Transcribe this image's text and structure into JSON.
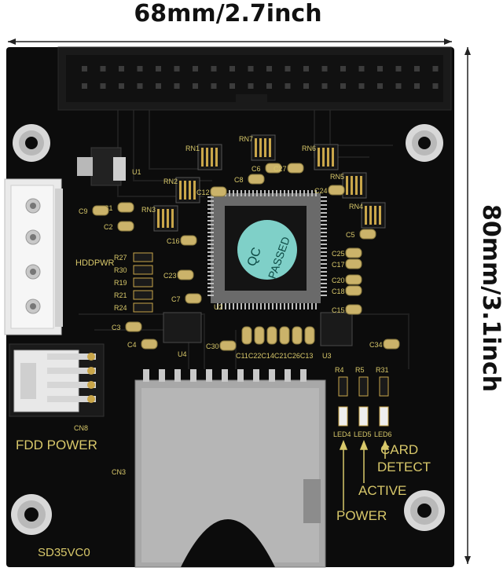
{
  "dimensions": {
    "width_label": "68mm/2.7inch",
    "height_label": "80mm/3.1inch"
  },
  "board": {
    "model": "SD35VC0",
    "chip_sticker_line1": "QC",
    "chip_sticker_line2": "PASSED",
    "fdd_power_label": "FDD POWER",
    "hdd_power_label": "HDDPWR",
    "card_detect_line1": "CARD",
    "card_detect_line2": "DETECT",
    "active_label": "ACTIVE",
    "power_label": "POWER",
    "led_labels": [
      "LED4",
      "LED5",
      "LED6"
    ],
    "resistor_labels": [
      "R4",
      "R5",
      "R31"
    ],
    "connector_labels": [
      "CN8",
      "CN3"
    ],
    "ic_labels": [
      "U1",
      "U2",
      "U3",
      "U4"
    ],
    "rn_labels": [
      "RN1",
      "RN2",
      "RN3",
      "RN4",
      "RN5",
      "RN6",
      "RN7"
    ],
    "cap_labels": [
      "C1",
      "C2",
      "C3",
      "C4",
      "C5",
      "C6",
      "C7",
      "C8",
      "C9",
      "C12",
      "C15",
      "C16",
      "C17",
      "C18",
      "C20",
      "C23",
      "C24",
      "C25",
      "C27",
      "C30",
      "C34"
    ],
    "bottom_cap_row": "C11C22C14C21C26C13",
    "left_resistors": [
      "R27",
      "R30",
      "R19",
      "R21",
      "R24"
    ],
    "colors": {
      "pcb": "#0c0c0c",
      "silkscreen": "#d8c86a",
      "gold": "#c9a64a",
      "sticker": "#7fd0c8",
      "sd_slot": "#a8a8a8",
      "molex": "#eaeaea"
    }
  }
}
